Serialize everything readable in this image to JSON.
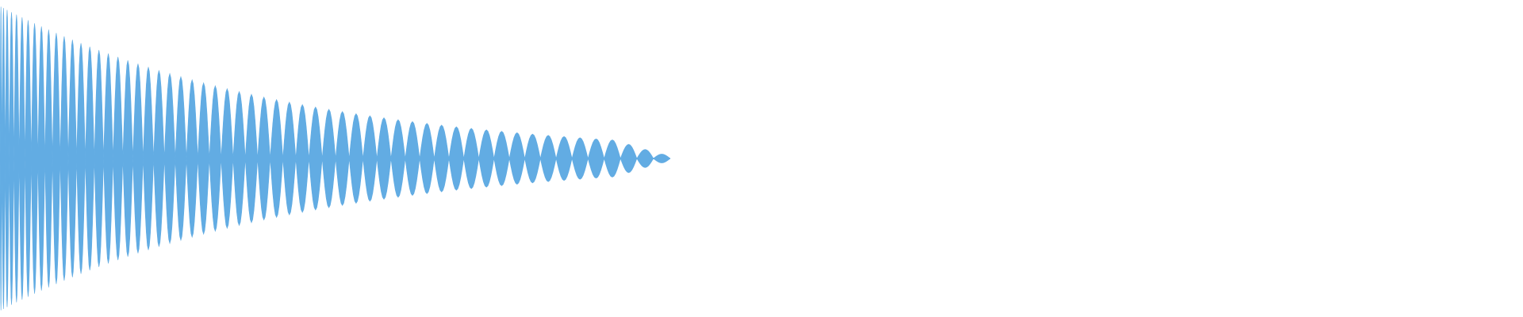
{
  "waveform": {
    "color": "#62ACE3",
    "background": "#FFFFFF",
    "envelope": "exponential-decay",
    "peak_level": 0.98,
    "sound_end_fraction": 0.44,
    "lobe_count": 58,
    "chirp": "frequency-decreasing"
  }
}
